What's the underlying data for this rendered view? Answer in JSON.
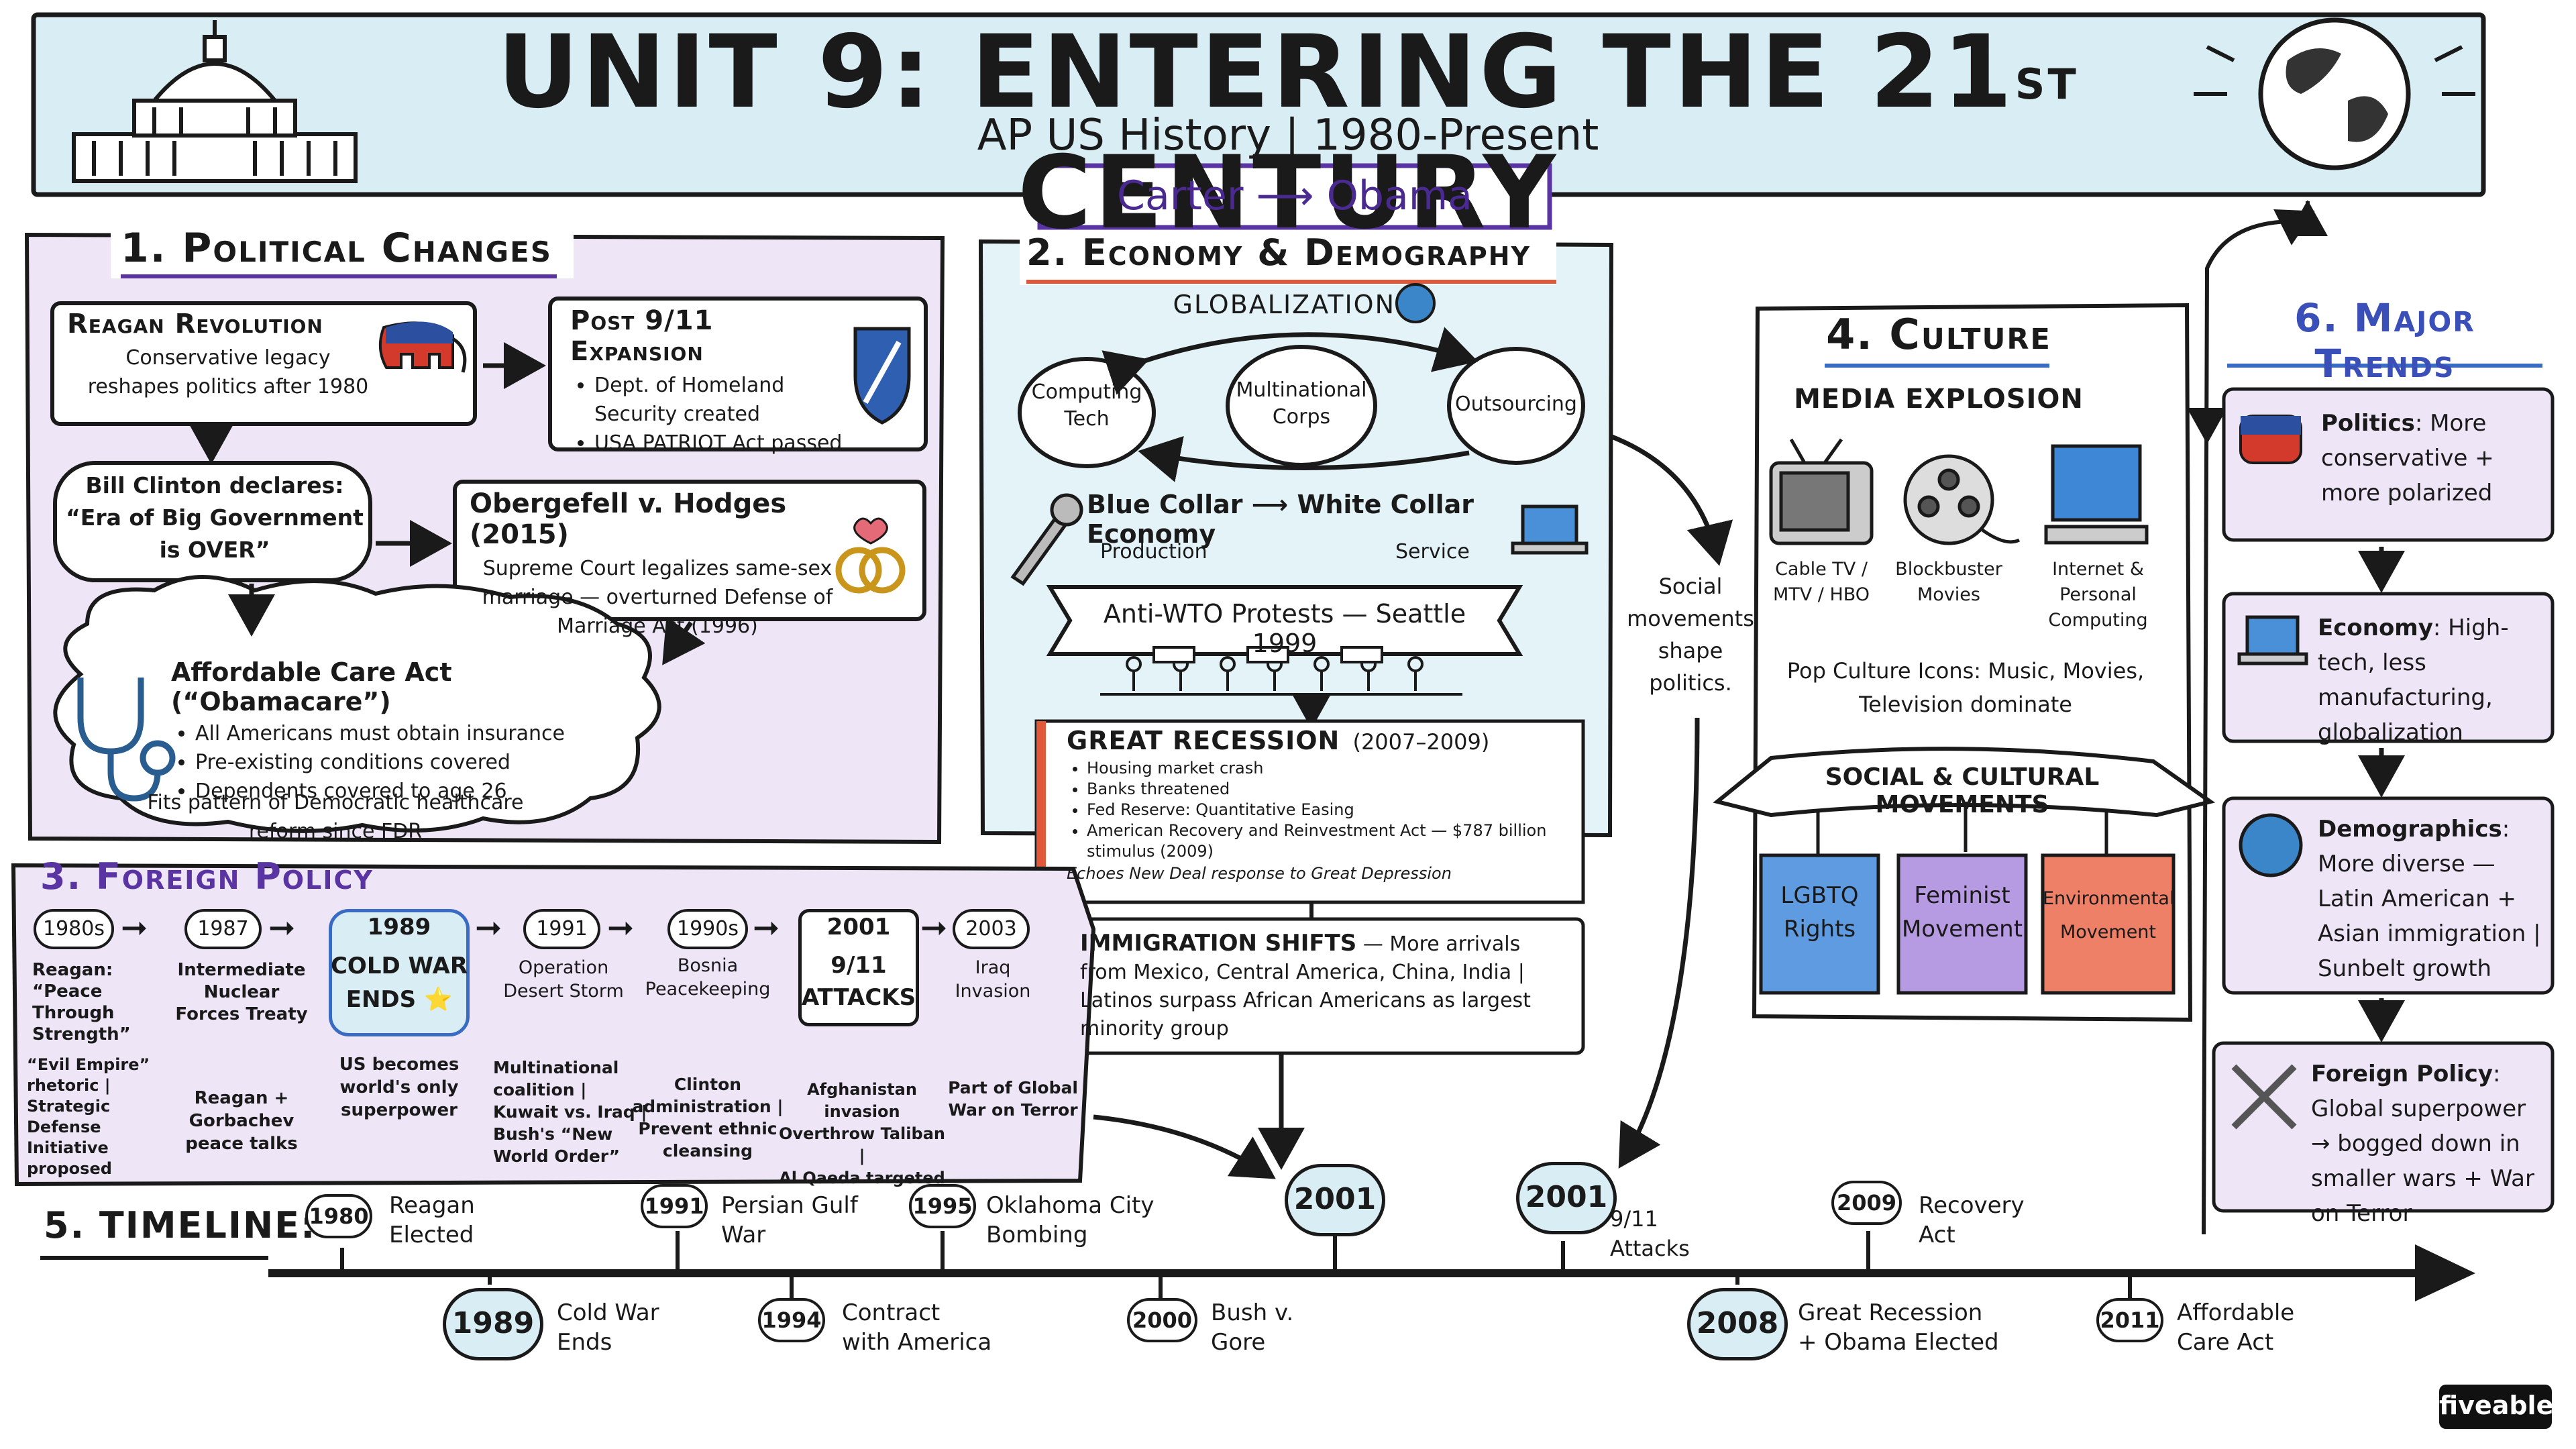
{
  "header": {
    "title_main": "UNIT 9: ENTERING THE 21",
    "title_sup": "ST",
    "title_end": " CENTURY",
    "subtitle": "AP US History  |  1980-Present",
    "range": "Carter ⟶ Obama"
  },
  "political": {
    "title": "1. Political Changes",
    "reagan": {
      "title": "Reagan Revolution",
      "body": "Conservative legacy\nreshapes politics after 1980"
    },
    "post911": {
      "title": "Post 9/11 Expansion",
      "bullets": [
        "Dept. of Homeland Security created",
        "USA PATRIOT Act passed"
      ]
    },
    "clinton": {
      "body": "Bill Clinton declares:\n“Era of Big Government\nis OVER”"
    },
    "obergefell": {
      "title": "Obergefell v. Hodges (2015)",
      "body": "Supreme Court legalizes same-sex\nmarriage — overturned Defense of\nMarriage Act (1996)"
    },
    "aca": {
      "title": "Affordable Care Act (“Obamacare”)",
      "bullets": [
        "All Americans must obtain insurance",
        "Pre-existing conditions covered",
        "Dependents covered to age 26"
      ],
      "footer": "Fits pattern of Democratic healthcare\nreform since FDR"
    }
  },
  "economy": {
    "title": "2. Economy & Demography",
    "globalization": "GLOBALIZATION",
    "circles": [
      "Computing\nTech",
      "Multinational\nCorps",
      "Outsourcing"
    ],
    "collar_from": "Blue Collar",
    "collar_arrow": "⟶",
    "collar_to": "White Collar Economy",
    "production": "Production",
    "service": "Service",
    "wto": "Anti-WTO Protests  —  Seattle 1999",
    "recession": {
      "title": "GREAT RECESSION",
      "years": "(2007–2009)",
      "bullets": [
        "Housing market crash",
        "Banks threatened",
        "Fed Reserve: Quantitative Easing",
        "American Recovery and Reinvestment Act — $787 billion stimulus (2009)"
      ],
      "note": "Echoes New Deal response to Great Depression"
    },
    "immigration": {
      "title": "IMMIGRATION SHIFTS",
      "body": " — More arrivals from Mexico, Central America, China, India | Latinos surpass African Americans as largest minority group"
    }
  },
  "social_note": "Social\nmovements\nshape\npolitics.",
  "culture": {
    "title": "4. Culture",
    "media": "MEDIA EXPLOSION",
    "icons": [
      "Cable TV /\nMTV / HBO",
      "Blockbuster\nMovies",
      "Internet &\nPersonal Computing"
    ],
    "pop": "Pop Culture Icons: Music, Movies,\nTelevision dominate",
    "banner": "SOCIAL & CULTURAL MOVEMENTS",
    "movements": [
      "LGBTQ\nRights",
      "Feminist\nMovement",
      "Environmental\nMovement"
    ]
  },
  "trends": {
    "title": "6. Major Trends",
    "items": [
      {
        "head": "Politics",
        "body": ": More conservative + more polarized"
      },
      {
        "head": "Economy",
        "body": ": High-tech, less manufacturing, globalization"
      },
      {
        "head": "Demographics",
        "body": ": More diverse — Latin American + Asian immigration | Sunbelt growth"
      },
      {
        "head": "Foreign Policy",
        "body": ": Global superpower → bogged down in smaller wars + War on Terror"
      }
    ]
  },
  "foreign": {
    "title": "3. Foreign Policy",
    "items": [
      {
        "year": "1980s",
        "label": "Reagan:\n“Peace\nThrough\nStrength”",
        "desc": "“Evil Empire”\nrhetoric |\nStrategic Defense\nInitiative\nproposed"
      },
      {
        "year": "1987",
        "label": "Intermediate\nNuclear\nForces Treaty",
        "desc": "Reagan +\nGorbachev\npeace talks"
      },
      {
        "year": "1989",
        "label": "COLD WAR\nENDS ⭐",
        "desc": "US becomes\nworld's only\nsuperpower"
      },
      {
        "year": "1991",
        "label": "Operation\nDesert Storm",
        "desc": "Multinational\ncoalition |\nKuwait vs. Iraq |\nBush's “New\nWorld Order”"
      },
      {
        "year": "1990s",
        "label": "Bosnia\nPeacekeeping",
        "desc": "Clinton\nadministration |\nPrevent ethnic\ncleansing"
      },
      {
        "year": "2001",
        "label": "9/11\nATTACKS",
        "desc": "Afghanistan invasion\nOverthrow Taliban |\nAl Qaeda targeted"
      },
      {
        "year": "2003",
        "label": "Iraq\nInvasion",
        "desc": "Part of Global\nWar on Terror"
      }
    ]
  },
  "timeline": {
    "title": "5. TIMELINE:",
    "top": [
      {
        "year": "1980",
        "label": "Reagan\nElected"
      },
      {
        "year": "1991",
        "label": "Persian Gulf\nWar"
      },
      {
        "year": "1995",
        "label": "Oklahoma City\nBombing"
      },
      {
        "year": "2001",
        "label": ""
      },
      {
        "year": "2001",
        "label": "9/11\nAttacks"
      },
      {
        "year": "2009",
        "label": "Recovery\nAct"
      }
    ],
    "bottom": [
      {
        "year": "1989",
        "label": "Cold War\nEnds"
      },
      {
        "year": "1994",
        "label": "Contract\nwith America"
      },
      {
        "year": "2000",
        "label": "Bush v.\nGore"
      },
      {
        "year": "2008",
        "label": "Great Recession\n+ Obama Elected"
      },
      {
        "year": "2011",
        "label": "Affordable\nCare Act"
      }
    ]
  },
  "brand": "fiveable",
  "colors": {
    "header_bg": "#d9eef4",
    "political_bg": "#eee5f7",
    "economy_bg": "#e4f3f8",
    "accent_purple": "#5a34a3",
    "accent_red": "#e0573a",
    "lgbtq": "#5e9be0",
    "feminist": "#b79be2",
    "environmental": "#ee8068"
  }
}
